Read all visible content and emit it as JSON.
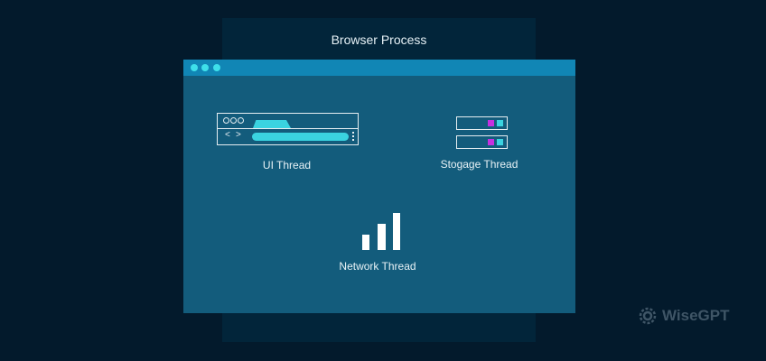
{
  "panel": {
    "title": "Browser Process"
  },
  "window": {
    "titlebar_dots": 3,
    "ui_thread": {
      "label": "UI Thread",
      "nav_back": "<",
      "nav_forward": ">"
    },
    "storage_thread": {
      "label": "Stogage Thread"
    },
    "network_thread": {
      "label": "Network Thread"
    }
  },
  "colors": {
    "background": "#031a2c",
    "panel": "#02253a",
    "window": "#135c7c",
    "titlebar": "#1186b5",
    "accent_cyan": "#3ad3e0",
    "accent_magenta": "#c531e0"
  },
  "watermark": {
    "text": "WiseGPT"
  }
}
